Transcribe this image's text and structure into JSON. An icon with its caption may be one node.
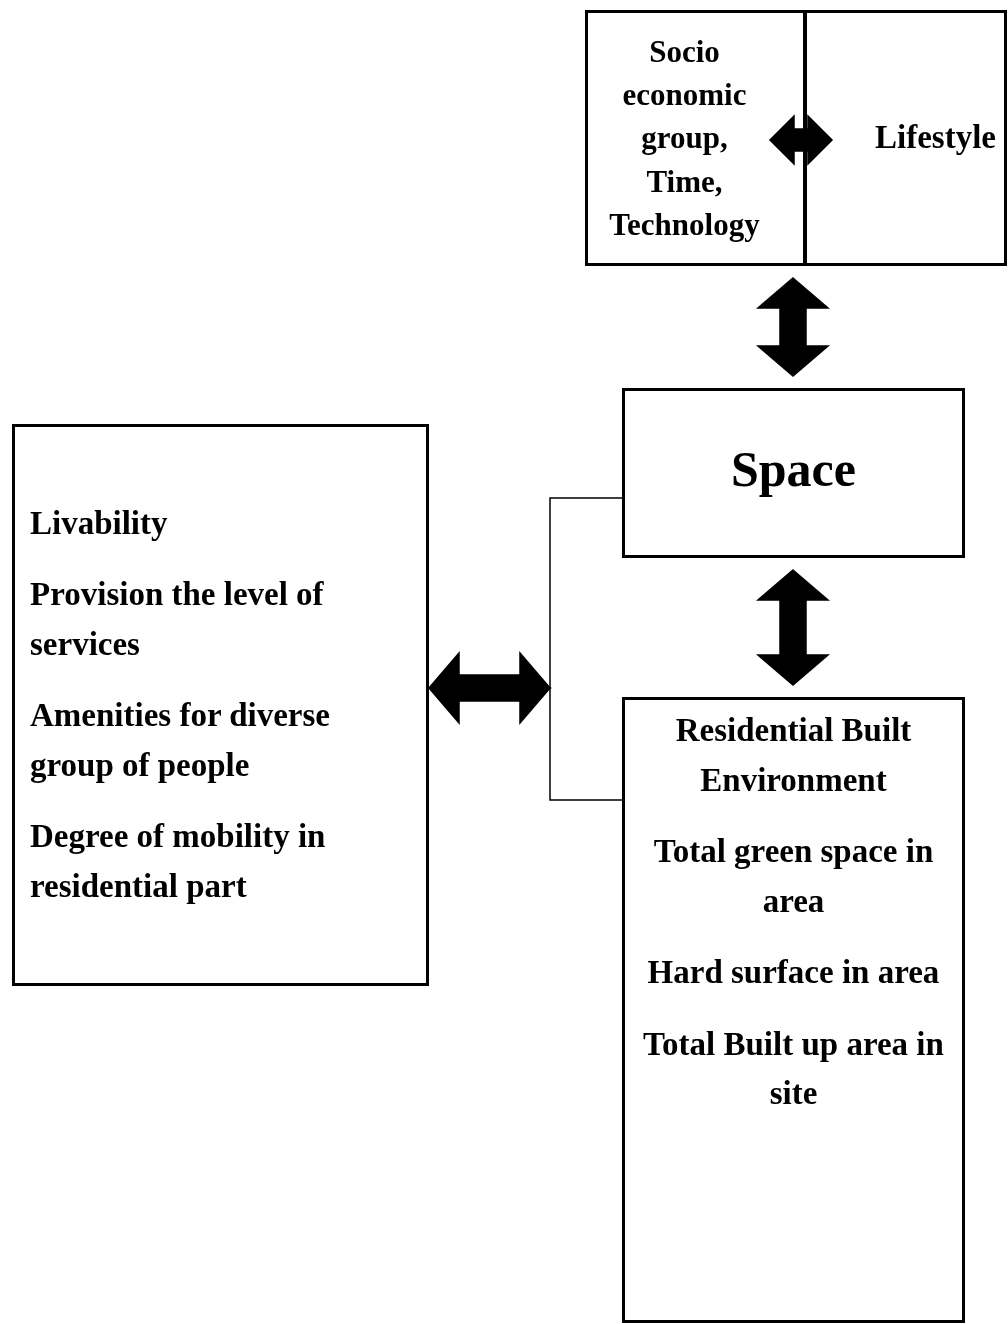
{
  "diagram": {
    "nodes": [
      {
        "text": [
          "Socio economic group, Time, Technology"
        ]
      },
      {
        "text": [
          "Lifestyle"
        ]
      },
      {
        "text": [
          "Space"
        ]
      },
      {
        "text": [
          "Livability",
          "Provision the level of services",
          "Amenities for diverse group of people",
          "Degree of mobility in residential part"
        ]
      },
      {
        "text": [
          "Residential Built Environment",
          "Total green space in area",
          "Hard surface  in area",
          "Total Built up area in site"
        ]
      }
    ],
    "edges": [
      {
        "from": 0,
        "to": 1,
        "arrow": "both"
      },
      {
        "from": 0,
        "to": 2,
        "arrow": "both"
      },
      {
        "from": 2,
        "to": 4,
        "arrow": "both"
      },
      {
        "from": 3,
        "to": 2,
        "arrow": "both"
      },
      {
        "from": 3,
        "to": 4,
        "arrow": "both"
      }
    ]
  }
}
